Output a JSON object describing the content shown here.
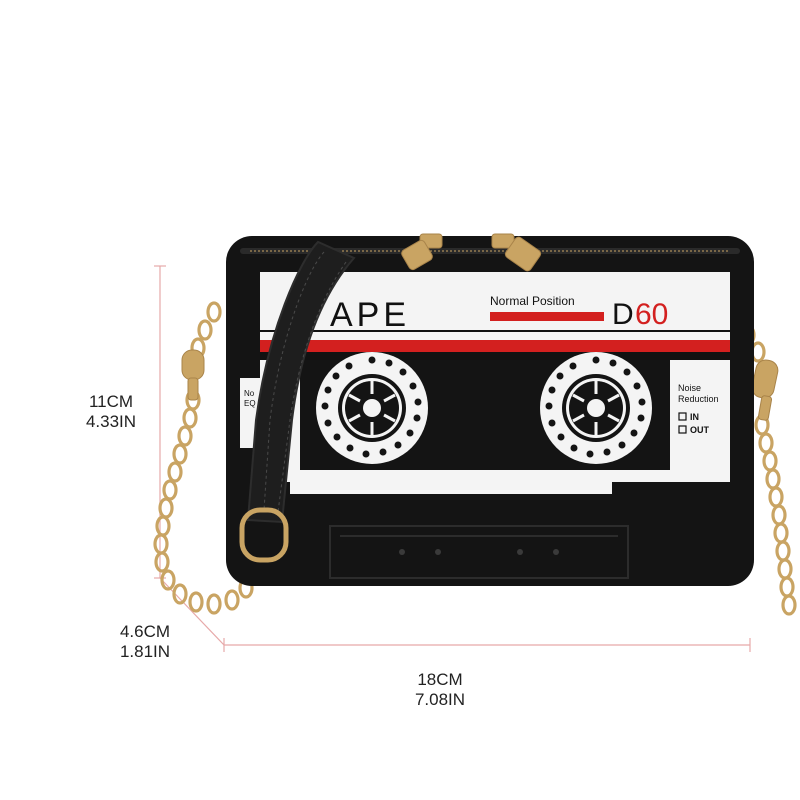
{
  "dimensions": {
    "height": {
      "cm": "11CM",
      "in": "4.33IN"
    },
    "depth": {
      "cm": "4.6CM",
      "in": "1.81IN"
    },
    "width": {
      "cm": "18CM",
      "in": "7.08IN"
    }
  },
  "cassette": {
    "brand_fragment": "APE",
    "type_label": "Normal Position",
    "model_prefix": "D",
    "model_number": "60",
    "noise_left": "No",
    "noise_left_2": "EQ",
    "noise_right": "Noise",
    "noise_right_2": "Reduction",
    "in_label": "IN",
    "out_label": "OUT"
  },
  "colors": {
    "bag": "#141414",
    "label_white": "#f4f4f4",
    "red_stripe": "#d3201f",
    "hardware_gold": "#c9a463",
    "dim_line": "#e7a9a9"
  }
}
